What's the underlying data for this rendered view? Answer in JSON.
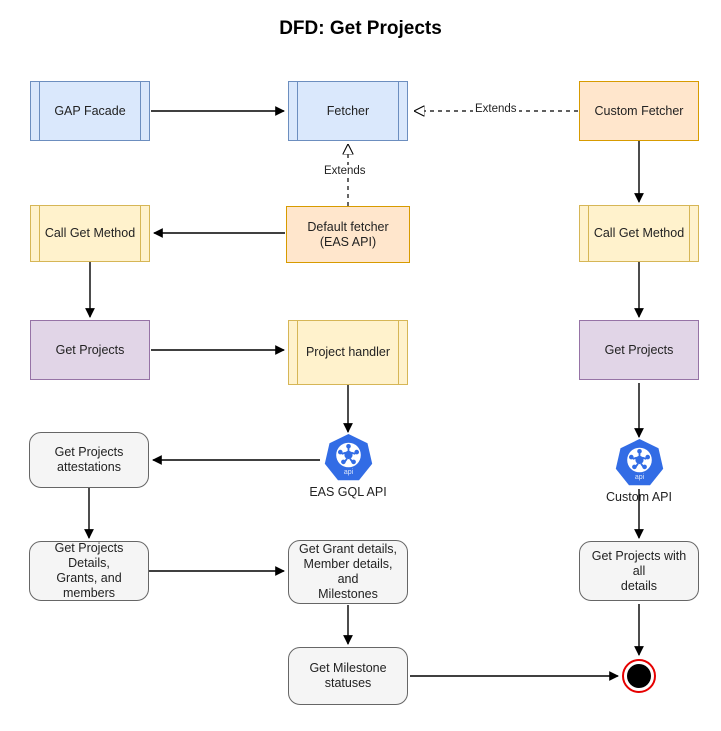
{
  "title": "DFD: Get Projects",
  "colors": {
    "blue_fill": "#dae8fc",
    "blue_stroke": "#6c8ebf",
    "orange_fill": "#ffe6cc",
    "orange_stroke": "#d79b00",
    "yellow_fill": "#fff2cc",
    "yellow_stroke": "#d6b656",
    "purple_fill": "#e1d5e7",
    "purple_stroke": "#9673a6",
    "gray_fill": "#f5f5f5",
    "gray_stroke": "#666666",
    "k8s_blue": "#326ce5",
    "end_red": "#e60000",
    "edge": "#000000"
  },
  "nodes": {
    "gap_facade": {
      "label": "GAP Facade",
      "shape": "process",
      "fill": "#dae8fc"
    },
    "fetcher": {
      "label": "Fetcher",
      "shape": "process",
      "fill": "#dae8fc"
    },
    "custom_fetcher": {
      "label": "Custom Fetcher",
      "shape": "rect",
      "fill": "#ffe6cc"
    },
    "call_get_method_left": {
      "label": "Call Get Method",
      "shape": "process",
      "fill": "#fff2cc"
    },
    "default_fetcher": {
      "label": "Default fetcher\n(EAS API)",
      "shape": "rect",
      "fill": "#ffe6cc"
    },
    "call_get_method_right": {
      "label": "Call Get Method",
      "shape": "process",
      "fill": "#fff2cc"
    },
    "get_projects_left": {
      "label": "Get Projects",
      "shape": "rect",
      "fill": "#e1d5e7"
    },
    "project_handler": {
      "label": "Project handler",
      "shape": "process",
      "fill": "#fff2cc"
    },
    "get_projects_right": {
      "label": "Get Projects",
      "shape": "rect",
      "fill": "#e1d5e7"
    },
    "get_projects_attestations": {
      "label": "Get Projects\nattestations",
      "shape": "rounded",
      "fill": "#f5f5f5"
    },
    "eas_gql_api": {
      "label": "EAS GQL API",
      "shape": "k8s-icon",
      "icon_text": "api"
    },
    "custom_api": {
      "label": "Custom API",
      "shape": "k8s-icon",
      "icon_text": "api"
    },
    "get_projects_details": {
      "label": "Get Projects Details,\nGrants, and members",
      "shape": "rounded",
      "fill": "#f5f5f5"
    },
    "get_grant_details": {
      "label": "Get Grant details,\nMember details, and\nMilestones",
      "shape": "rounded",
      "fill": "#f5f5f5"
    },
    "get_projects_all_details": {
      "label": "Get Projects with all\ndetails",
      "shape": "rounded",
      "fill": "#f5f5f5"
    },
    "get_milestone_statuses": {
      "label": "Get Milestone\nstatuses",
      "shape": "rounded",
      "fill": "#f5f5f5"
    },
    "end_node": {
      "label": "",
      "shape": "end"
    }
  },
  "edges": [
    {
      "from": "gap_facade",
      "to": "fetcher",
      "label": "",
      "style": "solid"
    },
    {
      "from": "custom_fetcher",
      "to": "fetcher",
      "label": "Extends",
      "style": "dashed-hollow"
    },
    {
      "from": "default_fetcher",
      "to": "fetcher",
      "label": "Extends",
      "style": "dashed-hollow"
    },
    {
      "from": "default_fetcher",
      "to": "call_get_method_left",
      "label": "",
      "style": "solid"
    },
    {
      "from": "custom_fetcher",
      "to": "call_get_method_right",
      "label": "",
      "style": "solid"
    },
    {
      "from": "call_get_method_left",
      "to": "get_projects_left",
      "label": "",
      "style": "solid"
    },
    {
      "from": "call_get_method_right",
      "to": "get_projects_right",
      "label": "",
      "style": "solid"
    },
    {
      "from": "get_projects_left",
      "to": "project_handler",
      "label": "",
      "style": "solid"
    },
    {
      "from": "project_handler",
      "to": "eas_gql_api",
      "label": "",
      "style": "solid"
    },
    {
      "from": "get_projects_right",
      "to": "custom_api",
      "label": "",
      "style": "solid"
    },
    {
      "from": "eas_gql_api",
      "to": "get_projects_attestations",
      "label": "",
      "style": "solid"
    },
    {
      "from": "get_projects_attestations",
      "to": "get_projects_details",
      "label": "",
      "style": "solid"
    },
    {
      "from": "custom_api",
      "to": "get_projects_all_details",
      "label": "",
      "style": "solid"
    },
    {
      "from": "get_projects_details",
      "to": "get_grant_details",
      "label": "",
      "style": "solid"
    },
    {
      "from": "get_grant_details",
      "to": "get_milestone_statuses",
      "label": "",
      "style": "solid"
    },
    {
      "from": "get_milestone_statuses",
      "to": "end_node",
      "label": "",
      "style": "solid"
    },
    {
      "from": "get_projects_all_details",
      "to": "end_node",
      "label": "",
      "style": "solid"
    }
  ],
  "edge_labels": {
    "extends_horizontal": "Extends",
    "extends_vertical": "Extends"
  }
}
